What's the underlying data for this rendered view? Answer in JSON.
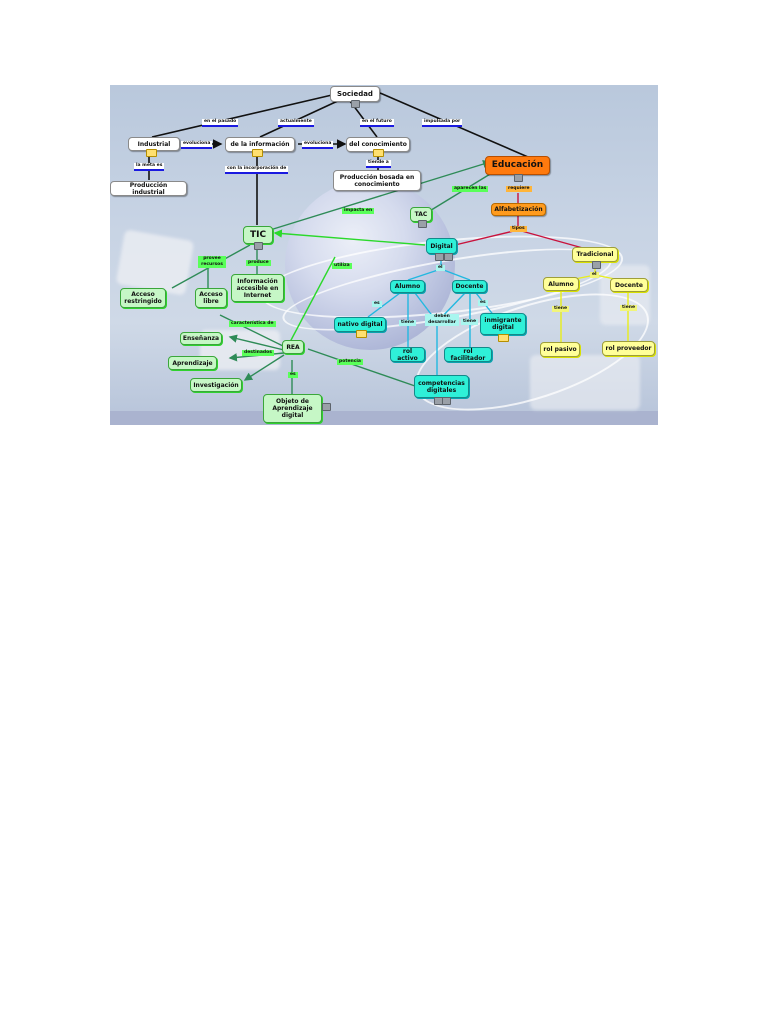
{
  "concept_map": {
    "nodes": {
      "sociedad": "Sociedad",
      "industrial": "Industrial",
      "informacion": "de la información",
      "conocimiento": "del conocimiento",
      "produccion_industrial": "Producción industrial",
      "produccion_conocimiento": "Producción bosada en conocimiento",
      "educacion": "Educación",
      "alfabetizacion": "Alfabetización",
      "tic": "TIC",
      "tac": "TAC",
      "digital": "Digital",
      "tradicional": "Tradicional",
      "alumno_digital": "Alumno",
      "docente_digital": "Docente",
      "alumno_trad": "Alumno",
      "docente_trad": "Docente",
      "nativo_digital": "nativo digital",
      "inmigrante_digital": "inmigrante digital",
      "rol_activo": "rol activo",
      "rol_facilitador": "rol facilitador",
      "competencias": "competencias digitales",
      "rol_pasivo": "rol pasivo",
      "rol_proveedor": "rol proveedor",
      "acceso_restringido": "Acceso restringido",
      "acceso_libre": "Acceso libre",
      "info_accesible": "Información accesible en Internet",
      "rea": "REA",
      "ensenanza": "Enseñanza",
      "aprendizaje": "Aprendizaje",
      "investigacion": "Investigación",
      "objeto": "Objeto de Aprendizaje digital"
    },
    "links": {
      "en_el_pasado": "en el pasado",
      "actualmente": "actualmente",
      "en_el_futuro": "en el futuro",
      "impulsada_por": "impulsada por",
      "evoluciona_1": "evoluciona",
      "evoluciona_2": "evoluciona",
      "la_meta_es": "la meta es",
      "con_la_incorporacion": "con la incorporación de",
      "tiende_a": "tiende a",
      "aparecen_las": "aparecen las",
      "requiere": "requiere",
      "impacta_en": "impacta en",
      "tipos": "tipos",
      "el_digital": "el",
      "el_trad": "el",
      "provee_recursos": "provee recursos",
      "produce": "produce",
      "utiliza": "utiliza",
      "caracteristica_de": "característica de",
      "destinados": "destinados",
      "es_rea": "es",
      "potencia": "potencia",
      "es_alumno": "es",
      "tiene_alumno": "tiene",
      "deben_desarrollar": "deben desarrollar",
      "tiene_docente": "tiene",
      "es_docente": "es",
      "tiene_alumno_trad": "tiene",
      "tiene_docente_trad": "tiene"
    },
    "colors": {
      "white_node": "#ffffff",
      "green_node": "#c6f7c6",
      "cyan_node": "#2ff0d8",
      "yellow_node": "#ffff99",
      "orange_node": "#ff7a0e",
      "edge_black": "#111111",
      "edge_green": "#2bd92b",
      "edge_darkgreen": "#2e8b57",
      "edge_cyan": "#22b8e0",
      "edge_red": "#c8123c",
      "edge_yellow": "#e8ee1a"
    }
  }
}
